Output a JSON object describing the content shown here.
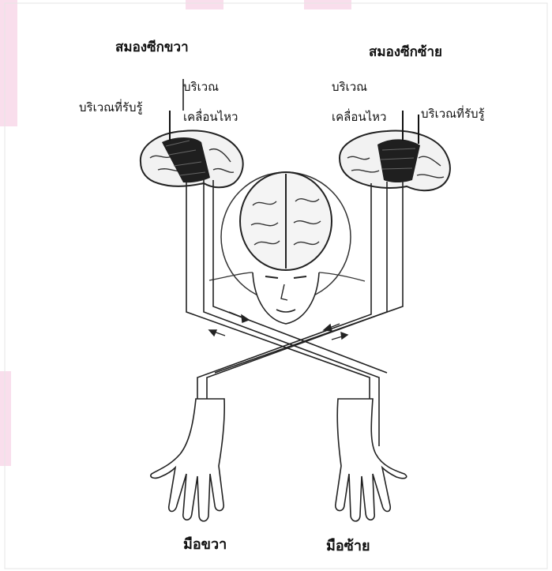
{
  "diagram": {
    "left_hemisphere_title": "สมองซีกขวา",
    "right_hemisphere_title": "สมองซีกซ้าย",
    "left_sensory_label": "บริเวณที่รับรู้",
    "left_motor_label_line1": "บริเวณ",
    "left_motor_label_line2": "เคลื่อนไหว",
    "right_motor_label_line1": "บริเวณ",
    "right_motor_label_line2": "เคลื่อนไหว",
    "right_sensory_label": "บริเวณที่รับรู้",
    "right_hand_label": "มือขวา",
    "left_hand_label": "มือซ้าย"
  }
}
